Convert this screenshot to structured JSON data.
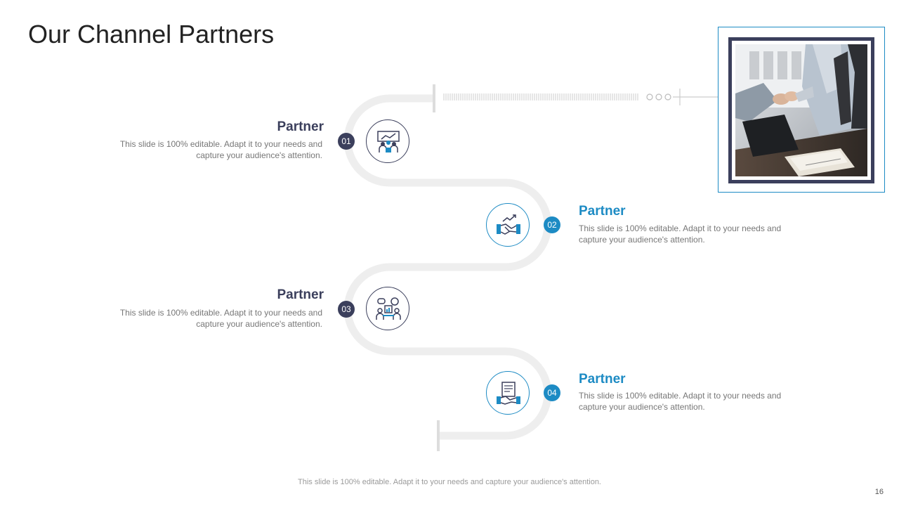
{
  "slide": {
    "title": "Our Channel Partners",
    "footer_note": "This slide is 100% editable. Adapt it to your needs and capture your audience's attention.",
    "page_number": "16"
  },
  "colors": {
    "dark_navy": "#3b3f5c",
    "accent_blue": "#1d8bc4",
    "path_gray": "#eeeeee",
    "desc_gray": "#777777"
  },
  "partners": [
    {
      "number": "01",
      "title": "Partner",
      "description": "This slide is 100% editable. Adapt it to your needs and capture your audience's attention.",
      "icon": "team-meeting-icon"
    },
    {
      "number": "02",
      "title": "Partner",
      "description": "This slide is 100% editable. Adapt it to your needs and capture your audience's attention.",
      "icon": "handshake-growth-icon"
    },
    {
      "number": "03",
      "title": "Partner",
      "description": "This slide is 100% editable. Adapt it to your needs and capture your audience's attention.",
      "icon": "business-discussion-icon"
    },
    {
      "number": "04",
      "title": "Partner",
      "description": "This slide is 100% editable. Adapt it to your needs and capture your audience's attention.",
      "icon": "contract-handshake-icon"
    }
  ],
  "photo": {
    "subject": "business-handshake-photo"
  }
}
